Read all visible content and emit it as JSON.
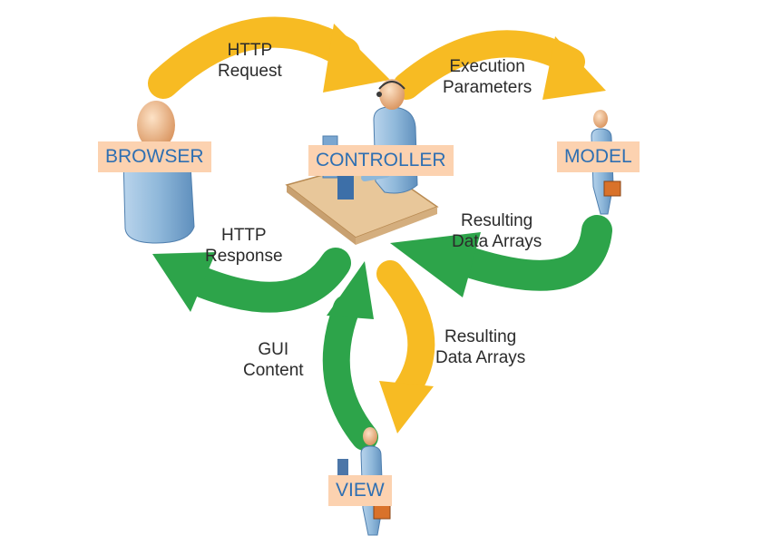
{
  "nodes": {
    "browser": "BROWSER",
    "controller": "CONTROLLER",
    "model": "MODEL",
    "view": "VIEW"
  },
  "edges": {
    "http_request": [
      "HTTP",
      "Request"
    ],
    "execution_parameters": [
      "Execution",
      "Parameters"
    ],
    "resulting_data_model": [
      "Resulting",
      "Data Arrays"
    ],
    "http_response": [
      "HTTP",
      "Response"
    ],
    "resulting_data_view": [
      "Resulting",
      "Data Arrays"
    ],
    "gui_content": [
      "GUI",
      "Content"
    ]
  },
  "colors": {
    "request_arrow": "#f7bb23",
    "response_arrow": "#2da44a",
    "label_background": "#fcd2b0",
    "label_text": "#2e6fb2",
    "figure_body": "#8fb8da",
    "figure_head": "#f0b888",
    "desk": "#e8c79a"
  }
}
